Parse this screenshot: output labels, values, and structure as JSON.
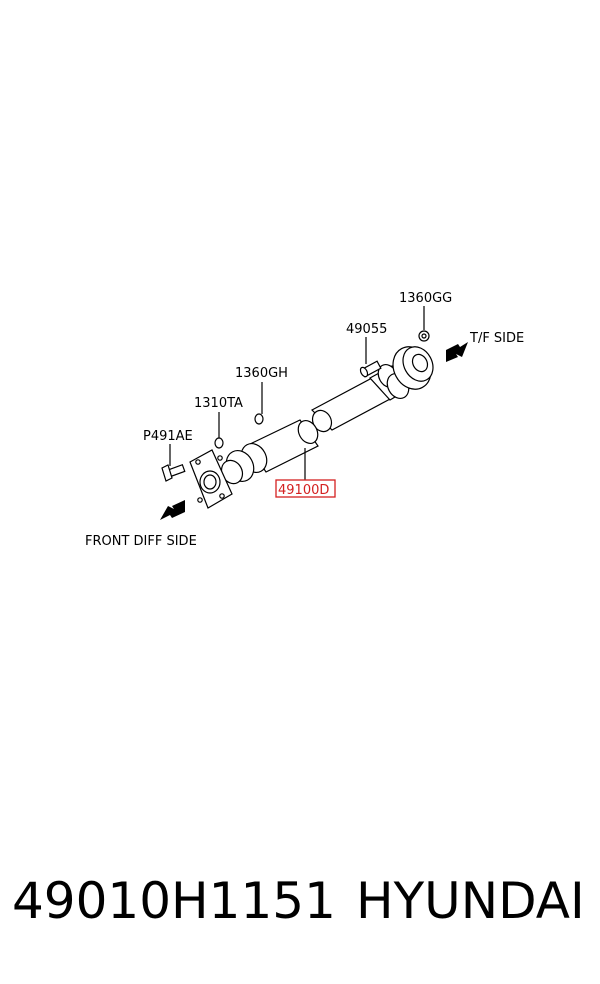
{
  "diagram": {
    "labels": {
      "p1360gg": "1360GG",
      "p49055": "49055",
      "tf_side": "T/F SIDE",
      "p1360gh": "1360GH",
      "p1310ta": "1310TA",
      "p491ae": "P491AE",
      "p49100d": "49100D",
      "front_diff_side": "FRONT DIFF SIDE"
    },
    "highlight_color": "#d42020"
  },
  "footer": {
    "part_number": "49010H1151",
    "brand": "HYUNDAI"
  }
}
